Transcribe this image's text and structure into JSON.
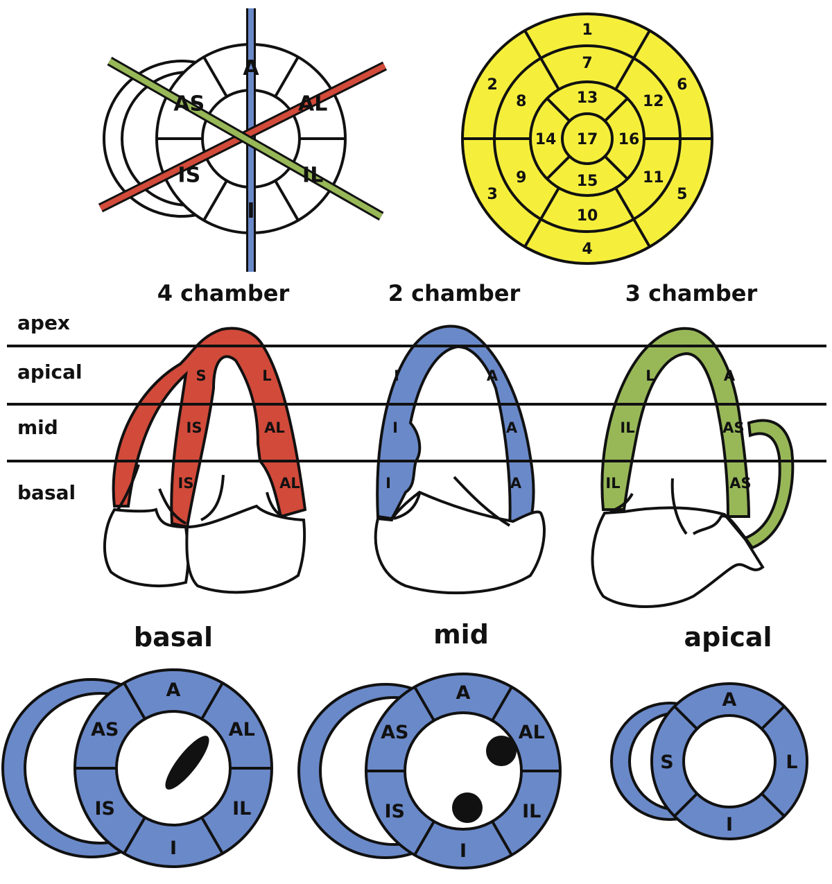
{
  "colors": {
    "blue": "#6a89c9",
    "red": "#d24a3a",
    "green": "#98b858",
    "yellow": "#f5ef3c",
    "ink": "#111111"
  },
  "axis_diagram": {
    "segments": [
      "A",
      "AL",
      "IL",
      "I",
      "IS",
      "AS"
    ]
  },
  "bullseye": {
    "basal": [
      "1",
      "6",
      "5",
      "4",
      "3",
      "2"
    ],
    "mid": [
      "7",
      "12",
      "11",
      "10",
      "9",
      "8"
    ],
    "apical": [
      "13",
      "16",
      "15",
      "14"
    ],
    "apex": "17"
  },
  "views": {
    "four_chamber": {
      "title": "4 chamber",
      "labels": [
        "S",
        "L",
        "IS",
        "AL",
        "IS",
        "AL"
      ]
    },
    "two_chamber": {
      "title": "2 chamber",
      "labels": [
        "I",
        "A",
        "I",
        "A",
        "I",
        "A"
      ]
    },
    "three_chamber": {
      "title": "3 chamber",
      "labels": [
        "L",
        "A",
        "IL",
        "AS",
        "IL",
        "AS"
      ]
    }
  },
  "levels": [
    "apex",
    "apical",
    "mid",
    "basal"
  ],
  "short_axis": {
    "basal": {
      "title": "basal",
      "segments": [
        "A",
        "AL",
        "IL",
        "I",
        "IS",
        "AS"
      ]
    },
    "mid": {
      "title": "mid",
      "segments": [
        "A",
        "AL",
        "IL",
        "I",
        "IS",
        "AS"
      ]
    },
    "apical": {
      "title": "apical",
      "segments": [
        "A",
        "L",
        "I",
        "S"
      ]
    }
  }
}
